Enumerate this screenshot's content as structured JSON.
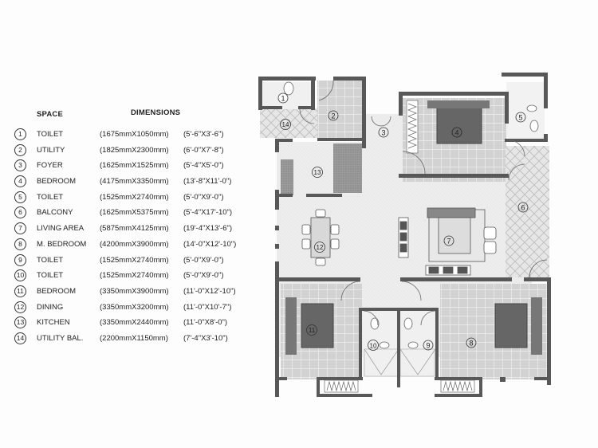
{
  "legend": {
    "header": {
      "space": "SPACE",
      "dimensions": "DIMENSIONS"
    },
    "rows": [
      {
        "num": "1",
        "name": "TOILET",
        "mm": "(1675mmX1050mm)",
        "ft": "(5'-6\"X3'-6\")"
      },
      {
        "num": "2",
        "name": "UTILITY",
        "mm": "(1825mmX2300mm)",
        "ft": "(6'-0\"X7'-8\")"
      },
      {
        "num": "3",
        "name": "FOYER",
        "mm": "(1625mmX1525mm)",
        "ft": "(5'-4\"X5'-0\")"
      },
      {
        "num": "4",
        "name": "BEDROOM",
        "mm": "(4175mmX3350mm)",
        "ft": "(13'-8\"X11'-0\")"
      },
      {
        "num": "5",
        "name": "TOILET",
        "mm": "(1525mmX2740mm)",
        "ft": "(5'-0\"X9'-0\")"
      },
      {
        "num": "6",
        "name": "BALCONY",
        "mm": "(1625mmX5375mm)",
        "ft": "(5'-4\"X17'-10\")"
      },
      {
        "num": "7",
        "name": "LIVING AREA",
        "mm": "(5875mmX4125mm)",
        "ft": "(19'-4\"X13'-6\")"
      },
      {
        "num": "8",
        "name": "M. BEDROOM",
        "mm": "(4200mmX3900mm)",
        "ft": "(14'-0\"X12'-10\")"
      },
      {
        "num": "9",
        "name": "TOILET",
        "mm": "(1525mmX2740mm)",
        "ft": "(5'-0\"X9'-0\")"
      },
      {
        "num": "10",
        "name": "TOILET",
        "mm": "(1525mmX2740mm)",
        "ft": "(5'-0\"X9'-0\")"
      },
      {
        "num": "11",
        "name": "BEDROOM",
        "mm": "(3350mmX3900mm)",
        "ft": "(11'-0\"X12'-10\")"
      },
      {
        "num": "12",
        "name": "DINING",
        "mm": "(3350mmX3200mm)",
        "ft": "(11'-0\"X10'-7\")"
      },
      {
        "num": "13",
        "name": "KITCHEN",
        "mm": "(3350mmX2440mm)",
        "ft": "(11'-0\"X8'-0\")"
      },
      {
        "num": "14",
        "name": "UTILITY BAL.",
        "mm": "(2200mmX1150mm)",
        "ft": "(7'-4\"X3'-10\")"
      }
    ]
  },
  "plan": {
    "labels": [
      "1",
      "2",
      "3",
      "4",
      "5",
      "6",
      "7",
      "8",
      "9",
      "10",
      "11",
      "12",
      "13",
      "14"
    ],
    "colors": {
      "wall": "#555555",
      "tile": "#d4d4d4",
      "tile_line": "#f2f2f2",
      "floor": "#ececec",
      "balcony": "#e2e2e2",
      "bed": "#6a6a6a"
    }
  }
}
